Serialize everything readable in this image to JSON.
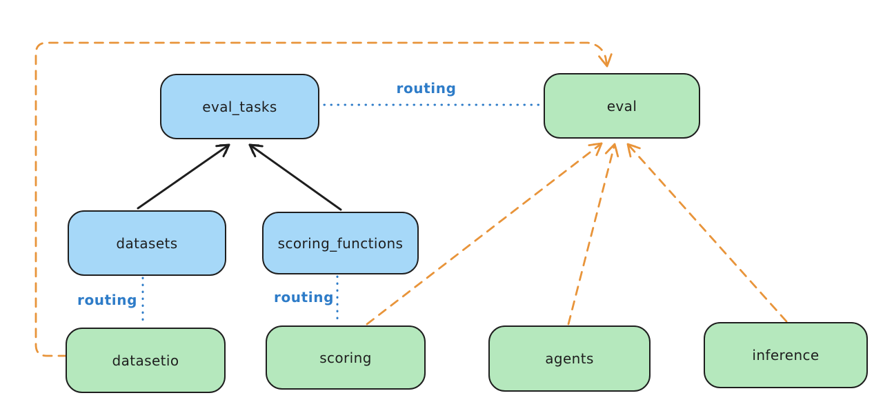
{
  "diagram": {
    "colors": {
      "background": "#ffffff",
      "blue_node_fill": "#a6d8f8",
      "green_node_fill": "#b5e8bd",
      "node_border": "#1e1e1e",
      "solid_arrow": "#1e1e1e",
      "dashed_arrow_orange": "#e8943a",
      "routing_dotted_blue": "#2e7cc8"
    },
    "nodes": [
      {
        "id": "eval_tasks",
        "label": "eval_tasks",
        "fill": "blue"
      },
      {
        "id": "eval",
        "label": "eval",
        "fill": "green"
      },
      {
        "id": "datasets",
        "label": "datasets",
        "fill": "blue"
      },
      {
        "id": "scoring_functions",
        "label": "scoring_functions",
        "fill": "blue"
      },
      {
        "id": "datasetio",
        "label": "datasetio",
        "fill": "green"
      },
      {
        "id": "scoring",
        "label": "scoring",
        "fill": "green"
      },
      {
        "id": "agents",
        "label": "agents",
        "fill": "green"
      },
      {
        "id": "inference",
        "label": "inference",
        "fill": "green"
      }
    ],
    "edge_labels": {
      "eval_tasks_to_eval": "routing",
      "datasets_to_datasetio": "routing",
      "scoring_functions_to_scoring": "routing"
    },
    "edges": [
      {
        "from": "datasets",
        "to": "eval_tasks",
        "style": "solid",
        "color": "black",
        "arrow": true
      },
      {
        "from": "scoring_functions",
        "to": "eval_tasks",
        "style": "solid",
        "color": "black",
        "arrow": true
      },
      {
        "from": "eval_tasks",
        "to": "eval",
        "style": "dotted",
        "color": "blue",
        "arrow": false,
        "label": "routing"
      },
      {
        "from": "datasets",
        "to": "datasetio",
        "style": "dotted",
        "color": "blue",
        "arrow": false,
        "label": "routing"
      },
      {
        "from": "scoring_functions",
        "to": "scoring",
        "style": "dotted",
        "color": "blue",
        "arrow": false,
        "label": "routing"
      },
      {
        "from": "datasetio",
        "to": "eval",
        "style": "dashed",
        "color": "orange",
        "arrow": true
      },
      {
        "from": "scoring",
        "to": "eval",
        "style": "dashed",
        "color": "orange",
        "arrow": true
      },
      {
        "from": "agents",
        "to": "eval",
        "style": "dashed",
        "color": "orange",
        "arrow": true
      },
      {
        "from": "inference",
        "to": "eval",
        "style": "dashed",
        "color": "orange",
        "arrow": true
      }
    ]
  }
}
